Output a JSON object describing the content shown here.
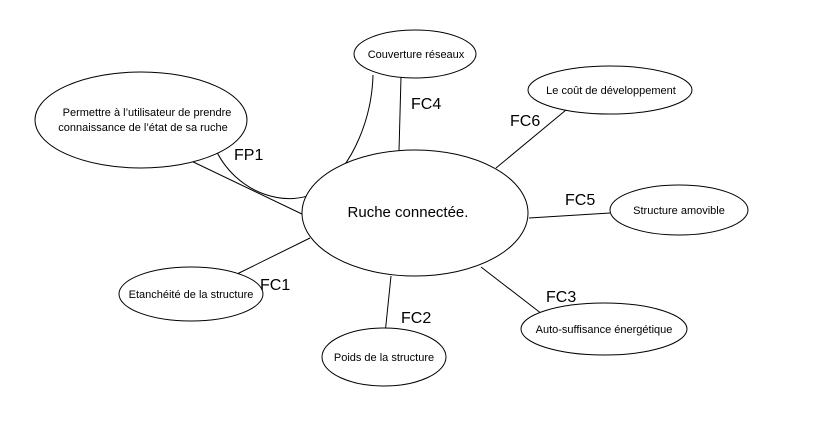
{
  "center": {
    "label": "Ruche connectée."
  },
  "functions": [
    {
      "code": "FP1",
      "label_lines": [
        "Permettre à l’utilisateur de prendre",
        "connaissance de l’état de sa ruche"
      ]
    },
    {
      "code": "FC4",
      "label_lines": [
        "Couverture réseaux"
      ]
    },
    {
      "code": "FC6",
      "label_lines": [
        "Le coût de développement"
      ]
    },
    {
      "code": "FC5",
      "label_lines": [
        "Structure amovible"
      ]
    },
    {
      "code": "FC3",
      "label_lines": [
        "Auto-suffisance énergétique"
      ]
    },
    {
      "code": "FC2",
      "label_lines": [
        "Poids de la structure"
      ]
    },
    {
      "code": "FC1",
      "label_lines": [
        "Etanchéité de la structure"
      ]
    }
  ]
}
